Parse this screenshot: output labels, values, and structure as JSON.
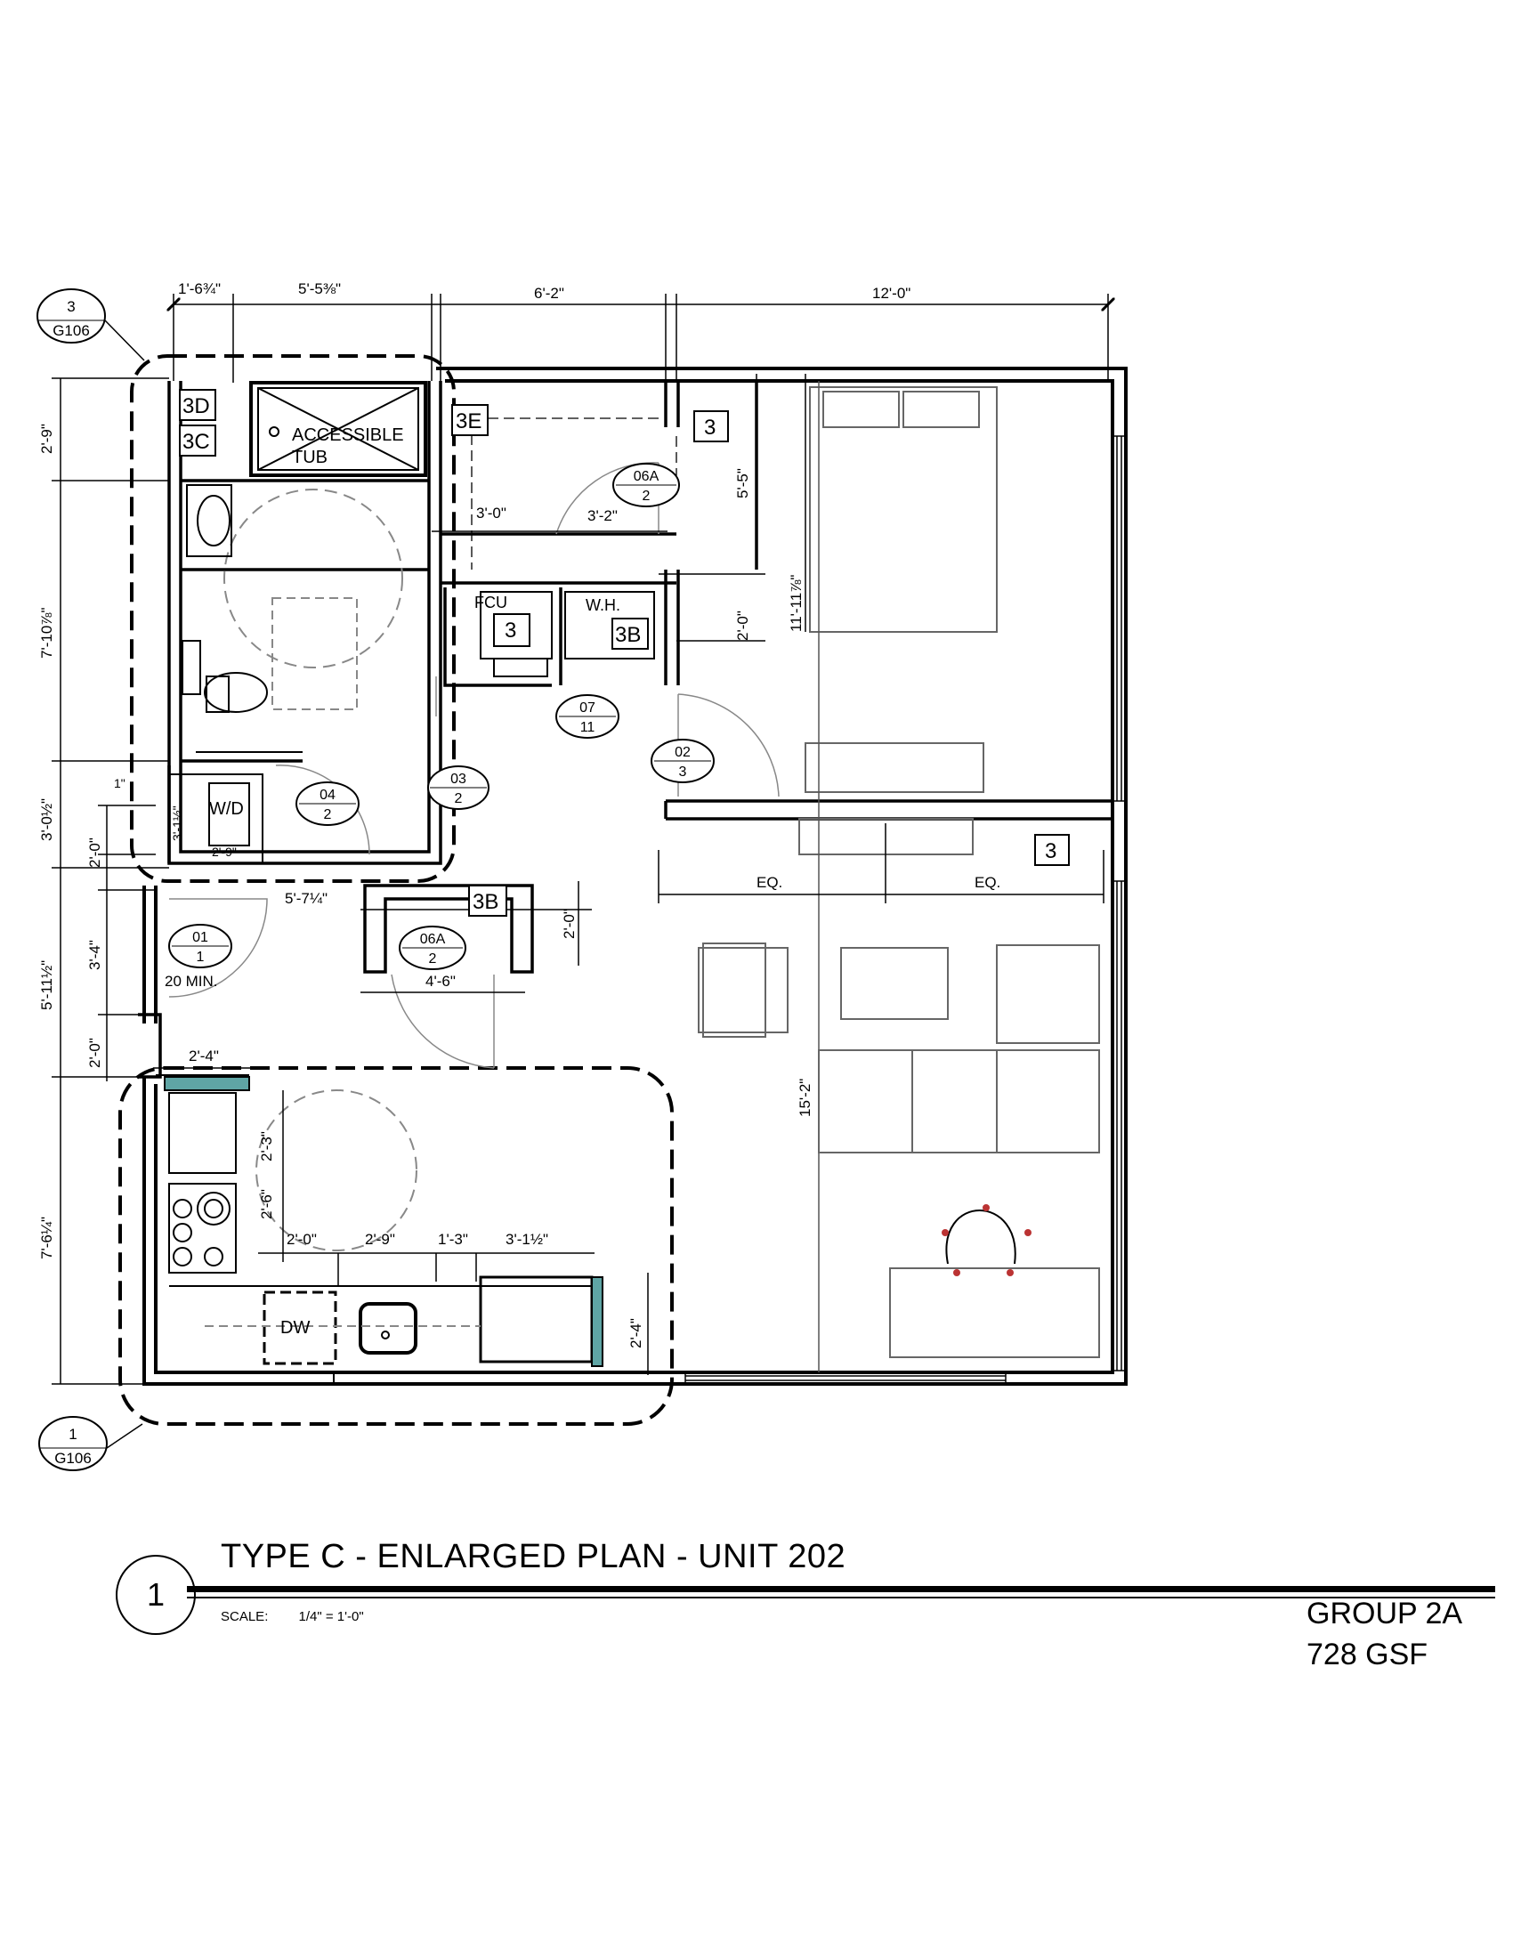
{
  "plan_title": "TYPE C - ENLARGED  PLAN - UNIT 202",
  "view_number": "1",
  "scale_label": "SCALE:",
  "scale_value": "1/4\" = 1'-0\"",
  "group": "GROUP 2A",
  "area": "728 GSF",
  "section_refs": [
    {
      "number": "3",
      "sheet": "G106"
    },
    {
      "number": "1",
      "sheet": "G106"
    }
  ],
  "dimensions": {
    "top": [
      "1'-6¾\"",
      "5'-5⅜\"",
      "6'-2\"",
      "12'-0\""
    ],
    "left": [
      "2'-9\"",
      "7'-10⅞\"",
      "3'-0½\"",
      "5'-11½\"",
      "7'-6¼\""
    ],
    "left_inner": [
      "2'-0\"",
      "3'-4\"",
      "2'-0\""
    ],
    "interior": [
      "3'-0\"",
      "3'-2\"",
      "5'-5\"",
      "2'-0\"",
      "11'-11⅞\"",
      "5'-7¼\"",
      "4'-6\"",
      "2'-0\"",
      "EQ.",
      "EQ.",
      "15'-2\"",
      "2'-4\"",
      "2'-3\"",
      "2'-6\"",
      "2'-0\"",
      "2'-9\"",
      "1'-3\"",
      "3'-1½\"",
      "2'-4\"",
      "3'-1½\"",
      "2'-9\"",
      "1\""
    ]
  },
  "labels": {
    "tub": "ACCESSIBLE",
    "tub2": "TUB",
    "fcu": "FCU",
    "wh": "W.H.",
    "wd": "W/D",
    "dw": "DW",
    "min": "20 MIN."
  },
  "tags": [
    "3D",
    "3C",
    "3E",
    "3",
    "3",
    "3B",
    "3B",
    "3"
  ],
  "doors": [
    {
      "top": "06A",
      "bottom": "2"
    },
    {
      "top": "07",
      "bottom": "11"
    },
    {
      "top": "02",
      "bottom": "3"
    },
    {
      "top": "04",
      "bottom": "2"
    },
    {
      "top": "03",
      "bottom": "2"
    },
    {
      "top": "01",
      "bottom": "1"
    },
    {
      "top": "06A",
      "bottom": "2"
    }
  ]
}
